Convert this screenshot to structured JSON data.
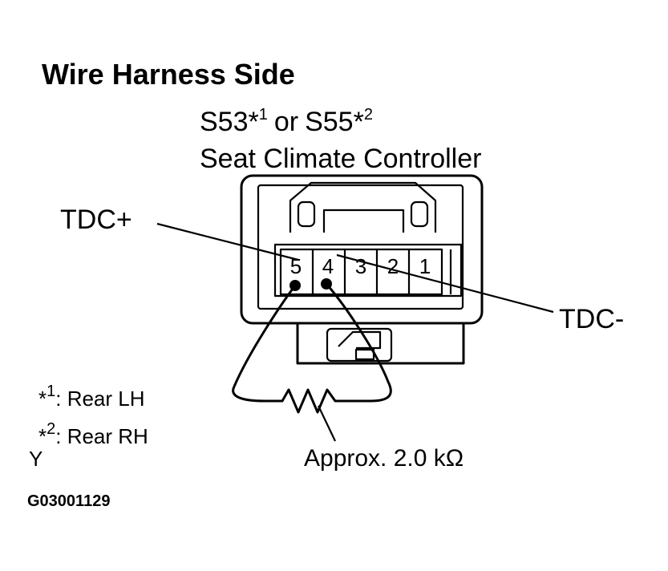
{
  "heading": "Wire Harness Side",
  "connector": {
    "id_first": "S53",
    "id_first_mark": "*",
    "id_first_sup": "1",
    "id_or": "or",
    "id_second": "S55",
    "id_second_mark": "*",
    "id_second_sup": "2",
    "name": "Seat Climate Controller"
  },
  "pins": [
    "5",
    "4",
    "3",
    "2",
    "1"
  ],
  "terminals": {
    "plus_label": "TDC+",
    "minus_label": "TDC-"
  },
  "measurement": {
    "value": "Approx. 2.0 kΩ"
  },
  "notes": [
    {
      "mark": "*",
      "sup": "1",
      "text": ": Rear LH"
    },
    {
      "mark": "*",
      "sup": "2",
      "text": ": Rear RH"
    }
  ],
  "corner_mark": "Y",
  "figure_code": "G03001129"
}
